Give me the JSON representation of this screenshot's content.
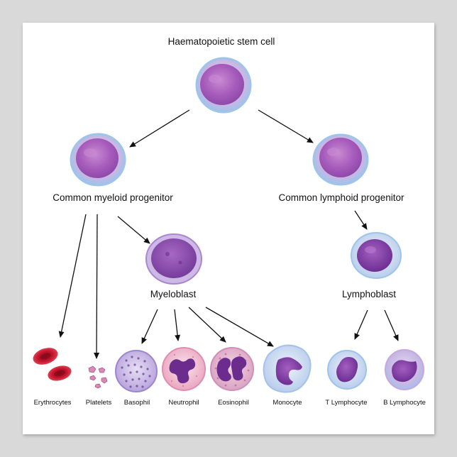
{
  "labels": {
    "stem_cell": "Haematopoietic stem cell",
    "myeloid_progenitor": "Common myeloid progenitor",
    "lymphoid_progenitor": "Common lymphoid progenitor",
    "myeloblast": "Myeloblast",
    "lymphoblast": "Lymphoblast",
    "erythrocytes": "Erythrocytes",
    "platelets": "Platelets",
    "basophil": "Basophil",
    "neutrophil": "Neutrophil",
    "eosinophil": "Eosinophil",
    "monocyte": "Monocyte",
    "t_lymphocyte": "T Lymphocyte",
    "b_lymphocyte": "B Lymphocyte"
  },
  "colors": {
    "background": "#d9d9d9",
    "poster": "#ffffff",
    "cell_membrane": "#a9c8ea",
    "nucleus": "#a95ab8",
    "erythrocyte": "#c8102e",
    "neutrophil_cytoplasm": "#f3bfd0"
  }
}
